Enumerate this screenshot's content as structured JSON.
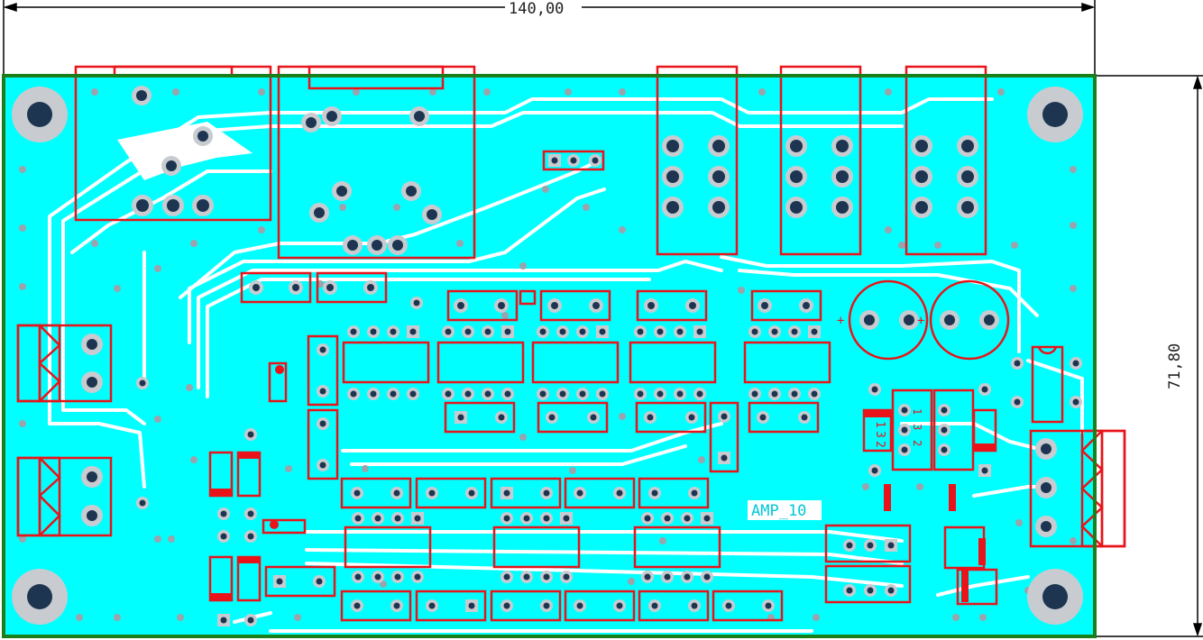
{
  "dimensions": {
    "width_label": "140,00",
    "height_label": "71,80"
  },
  "board_label": "AMP_10",
  "polarity_marks": [
    "+",
    "+"
  ],
  "pin_numbers": {
    "left_regulator": [
      "1",
      "3",
      "2"
    ],
    "right_regulator": [
      "1",
      "3",
      "2"
    ]
  },
  "colors": {
    "copper": "#00ffff",
    "trace_gap": "#ffffff",
    "board_outline": "#1a7f1a",
    "silkscreen": "#e8141a",
    "pad_ring": "#c8cbd0",
    "drill": "#1d3550",
    "via": "#9aa4ad",
    "dimension": "#000000"
  },
  "icons": [
    "mounting-hole-icon",
    "via-icon",
    "pad-icon",
    "connector-icon",
    "capacitor-icon",
    "ic-dip8-icon"
  ]
}
